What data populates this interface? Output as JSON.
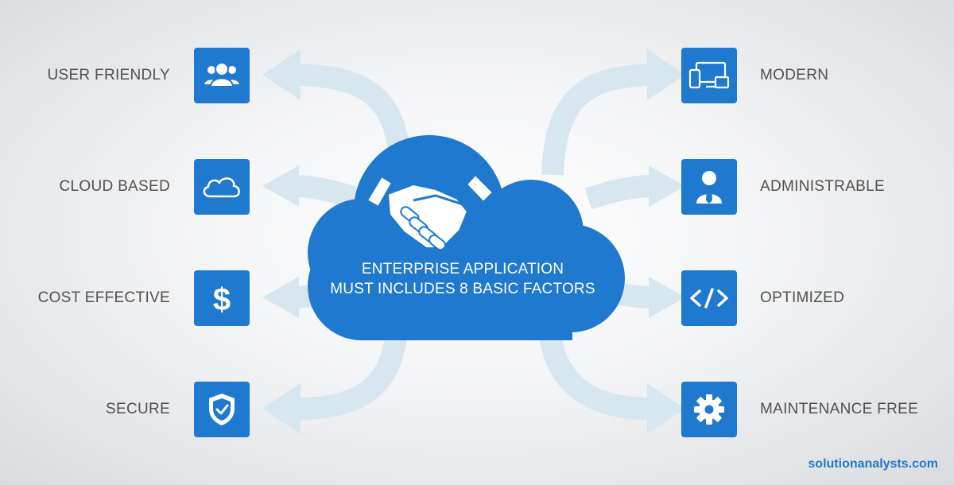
{
  "center": {
    "title_line1": "ENTERPRISE APPLICATION",
    "title_line2": "MUST INCLUDES 8 BASIC FACTORS",
    "icon": "handshake-icon"
  },
  "factors": [
    {
      "label": "USER FRIENDLY",
      "icon": "users-icon"
    },
    {
      "label": "CLOUD BASED",
      "icon": "cloud-icon"
    },
    {
      "label": "COST EFFECTIVE",
      "icon": "dollar-icon"
    },
    {
      "label": "SECURE",
      "icon": "shield-check-icon"
    },
    {
      "label": "MODERN",
      "icon": "devices-icon"
    },
    {
      "label": "ADMINISTRABLE",
      "icon": "administrator-icon"
    },
    {
      "label": "OPTIMIZED",
      "icon": "code-icon"
    },
    {
      "label": "MAINTENANCE FREE",
      "icon": "gear-icon"
    }
  ],
  "watermark": "solutionanalysts.com",
  "colors": {
    "accent": "#1f79cf",
    "label_text": "#505050",
    "arrows": "#d8e6f0",
    "background": "#eeeff1"
  }
}
